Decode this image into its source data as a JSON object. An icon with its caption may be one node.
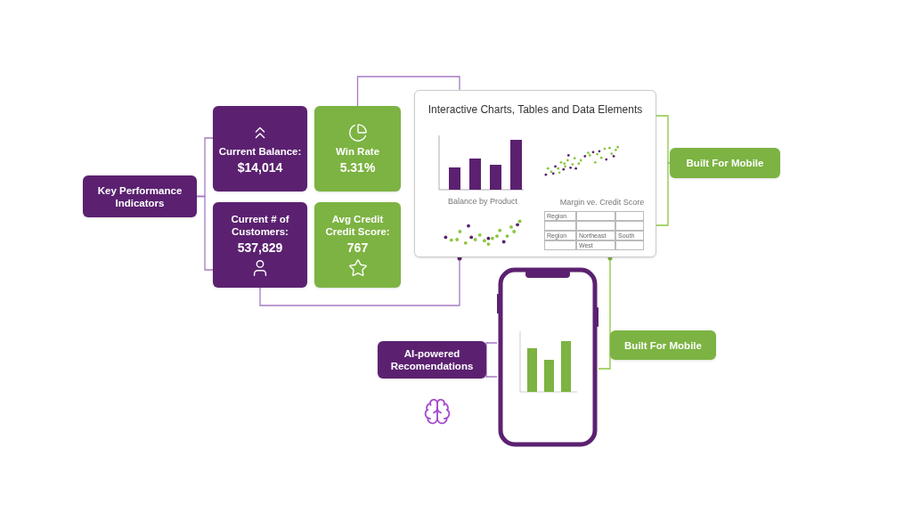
{
  "diagram": {
    "nodes": [
      {
        "text": [
          "Key Performance Indicators"
        ]
      },
      {
        "text": [
          "Current Balance:",
          "$14,014"
        ]
      },
      {
        "text": [
          "Win Rate",
          "5.31%"
        ]
      },
      {
        "text": [
          "Current # of Customers:",
          "537,829"
        ]
      },
      {
        "text": [
          "Avg Credit Credit Score:",
          "767"
        ]
      },
      {
        "text": [
          "Interactive Charts, Tables and Data Elements"
        ]
      },
      {
        "text": [
          "Built For Mobile"
        ]
      },
      {
        "text": [],
        "shape": "phone"
      },
      {
        "text": [
          "AI-powered Recomendations"
        ]
      },
      {
        "text": [
          "Built For Mobile"
        ]
      }
    ],
    "edges": [
      {
        "from": 0,
        "to": 1,
        "arrow": "none"
      },
      {
        "from": 0,
        "to": 3,
        "arrow": "none"
      },
      {
        "from": 2,
        "to": 5,
        "arrow": "none"
      },
      {
        "from": 3,
        "to": 5,
        "arrow": "none"
      },
      {
        "from": 5,
        "to": 6,
        "arrow": "none",
        "color": "#8cc63f"
      },
      {
        "from": 5,
        "to": 7,
        "arrow": "none",
        "color": "#8cc63f"
      },
      {
        "from": 8,
        "to": 7,
        "arrow": "none"
      }
    ],
    "labels": [
      "Balance by Product",
      "Margin ve. Credit Score",
      "Region",
      "Region",
      "Northeast",
      "South",
      "West"
    ]
  }
}
